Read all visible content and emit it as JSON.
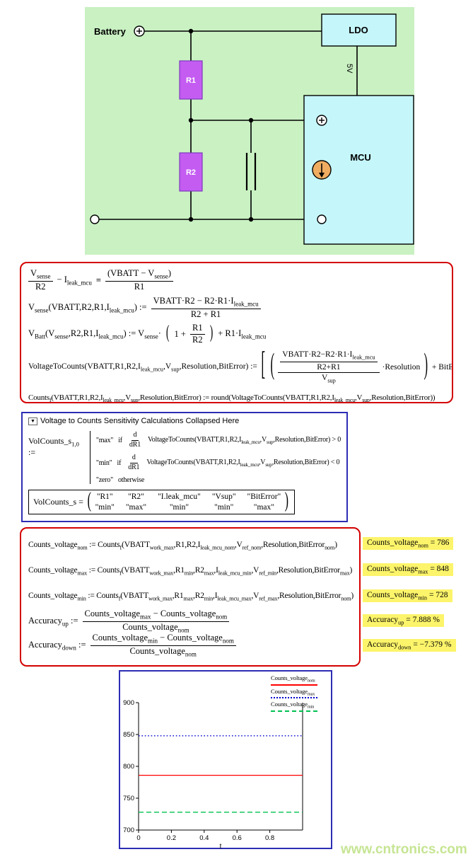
{
  "page": {
    "watermark": "www.cntronics.com"
  },
  "circuit": {
    "battery_label": "Battery",
    "ldo_label": "LDO",
    "mcu_label": "MCU",
    "r1_label": "R1",
    "r2_label": "R2",
    "rail_label": "5V",
    "icons": {
      "battery_terminal": "circle-plus",
      "mcu_input_terminal": "circle-plus",
      "current_source": "circle-arrow-down",
      "ground_terminals": "open-circle",
      "capacitor": "parallel-plates"
    },
    "colors": {
      "panel_bg": "#c9f1c2",
      "block_fill": "#c5f6fa",
      "resistor_fill": "#c45cf2",
      "source_fill": "#f0ad61"
    }
  },
  "derivation": {
    "line1": {
      "f1_num": "V_{sense}",
      "f1_den": "R2",
      "mid": "− I_{leak_mcu}",
      "equals": "=",
      "f2_num": "(VBATT − V_{sense})",
      "f2_den": "R1"
    },
    "line2": {
      "lhs": "V_{sense}(VBATT,R2,R1,I_{leak_mcu}) :=",
      "num": "VBATT·R2 − R2·R1·I_{leak_mcu}",
      "den": "R2 + R1"
    },
    "line3": {
      "lhs": "V_{Batt}(V_{sense},R2,R1,I_{leak_mcu}) := V_{sense}·",
      "paren_open": "(",
      "inner_pre": "1 +",
      "num": "R1",
      "den": "R2",
      "paren_close": ")",
      "tail": "+ R1·I_{leak_mcu}"
    },
    "line4": {
      "lhs": "VoltageToCounts(VBATT,R1,R2,I_{leak_mcu},V_{sup},Resolution,BitError) :=",
      "bracket_open": "[",
      "paren_open": "(",
      "inner_num": "VBATT·R2−R2·R1·I_{leak_mcu}",
      "inner_den": "R2+R1",
      "outer_den": "V_{sup}",
      "mult": "·Resolution",
      "paren_close": ")",
      "tail": "+ BitError",
      "bracket_close": "]"
    },
    "line5": "Counts_{f}(VBATT,R1,R2,I_{leak_mcu},V_{sup},Resolution,BitError) := round(VoltageToCounts(VBATT,R1,R2,I_{leak_mcu},V_{sup},Resolution,BitError))"
  },
  "sensitivity": {
    "collapse_icon": "▼",
    "header": "Voltage to Counts Sensitivity Calculations Collapsed Here",
    "lhs": "VolCounts_s_{1,0} :=",
    "cases": [
      {
        "value": "\"max\"",
        "kw": "if",
        "d_num": "d",
        "d_den": "dR1",
        "fn": "VoltageToCounts(VBATT,R1,R2,I_{leak_mcu},V_{sup},Resolution,BitError) > 0"
      },
      {
        "value": "\"min\"",
        "kw": "if",
        "d_num": "d",
        "d_den": "dR1",
        "fn": "VoltageToCounts(VBATT,R1,R2,I_{leak_mcu},V_{sup},Resolution,BitError) < 0"
      },
      {
        "value": "\"zero\"",
        "kw": "otherwise"
      }
    ],
    "matrix_lhs": "VolCounts_s =",
    "matrix_paren_open": "(",
    "matrix_paren_close": ")",
    "matrix": [
      [
        "\"R1\"",
        "\"R2\"",
        "\"I.leak_mcu\"",
        "\"Vsup\"",
        "\"BitError\""
      ],
      [
        "\"min\"",
        "\"max\"",
        "\"min\"",
        "\"min\"",
        "\"max\""
      ]
    ]
  },
  "results": {
    "line1": "Counts_voltage_{nom} := Counts_{f}(VBATT_{work_max},R1,R2,I_{leak_mcu_nom},V_{ref_nom},Resolution,BitError_{nom})",
    "line2": "Counts_voltage_{max} := Counts_{f}(VBATT_{work_max},R1_{min},R2_{max},I_{leak_mcu_min},V_{ref_min},Resolution,BitError_{max})",
    "line3": "Counts_voltage_{min} := Counts_{f}(VBATT_{work_max},R1_{max},R2_{min},I_{leak_mcu_max},V_{ref_max},Resolution,BitError_{nom})",
    "acc_up_lhs": "Accuracy_{up} :=",
    "acc_up_num": "Counts_voltage_{max} − Counts_voltage_{nom}",
    "acc_up_den": "Counts_voltage_{nom}",
    "acc_down_lhs": "Accuracy_{down} :=",
    "acc_down_num": "Counts_voltage_{min} − Counts_voltage_{nom}",
    "acc_down_den": "Counts_voltage_{nom}",
    "highlights": [
      "Counts_voltage_{nom} = 786",
      "Counts_voltage_{max} = 848",
      "Counts_voltage_{min} = 728",
      "Accuracy_{up} = 7.888 %",
      "Accuracy_{down} = −7.379 %"
    ]
  },
  "chart_data": {
    "type": "line",
    "title": "",
    "xlabel": "t",
    "ylabel": "",
    "xlim": [
      0,
      1
    ],
    "ylim": [
      700,
      900
    ],
    "x_ticks": [
      0,
      0.2,
      0.4,
      0.6,
      0.8
    ],
    "y_ticks": [
      700,
      750,
      800,
      850,
      900
    ],
    "grid": false,
    "legend_position": "top-right",
    "series": [
      {
        "name": "Counts_voltage_{nom}",
        "value": 786,
        "color": "#ff0000",
        "style": "solid"
      },
      {
        "name": "Counts_voltage_{max}",
        "value": 848,
        "color": "#0000cc",
        "style": "dotted"
      },
      {
        "name": "Counts_voltage_{min}",
        "value": 728,
        "color": "#00c050",
        "style": "dashed"
      }
    ]
  }
}
